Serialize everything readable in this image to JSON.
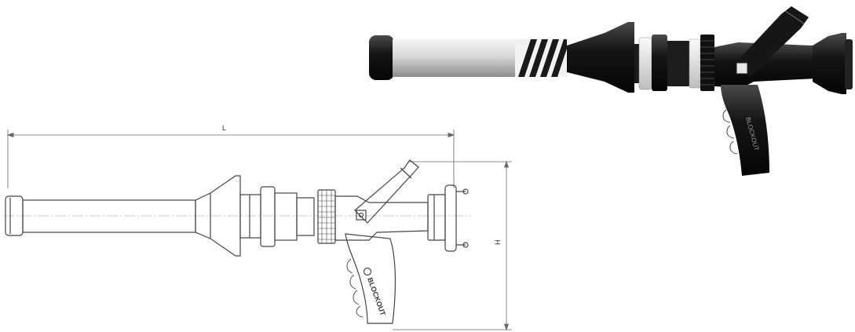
{
  "drawing": {
    "dimension_length_label": "L",
    "dimension_height_label": "H",
    "grip_brand_text": "BLOCKOUT"
  },
  "photo": {
    "grip_brand_text": "BLOCKOUT"
  }
}
